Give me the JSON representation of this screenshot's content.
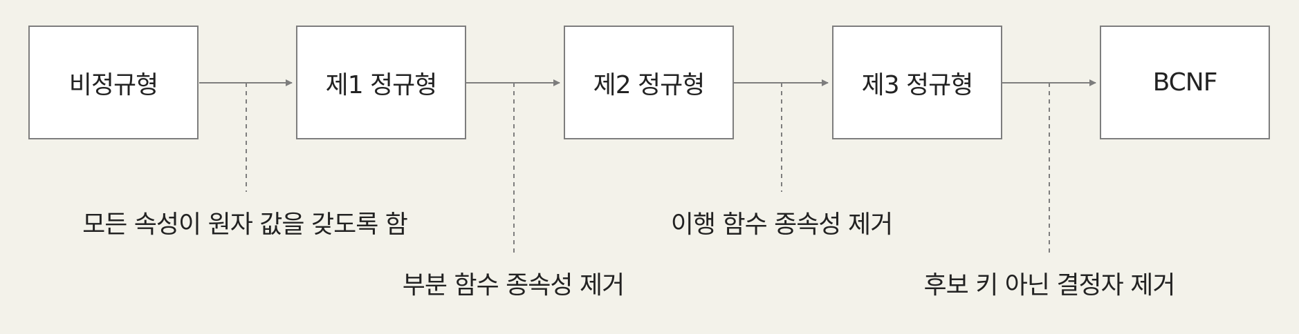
{
  "stages": [
    {
      "label": "비정규형"
    },
    {
      "label": "제1 정규형"
    },
    {
      "label": "제2 정규형"
    },
    {
      "label": "제3 정규형"
    },
    {
      "label": "BCNF"
    }
  ],
  "transitions": [
    {
      "label": "모든 속성이 원자 값을 갖도록 함"
    },
    {
      "label": "부분 함수 종속성 제거"
    },
    {
      "label": "이행 함수 종속성 제거"
    },
    {
      "label": "후보 키 아닌 결정자 제거"
    }
  ],
  "colors": {
    "background": "#f3f2ea",
    "box_border": "#7d7d7d",
    "box_fill": "#ffffff",
    "line": "#7d7d7d",
    "text": "#222222"
  }
}
